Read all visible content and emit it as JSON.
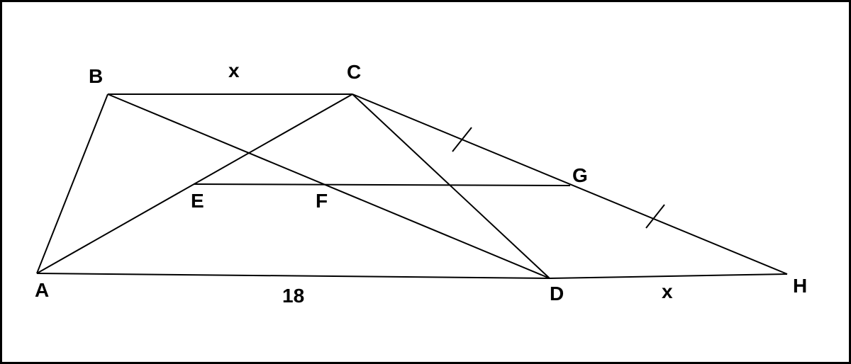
{
  "points": {
    "A": "A",
    "B": "B",
    "C": "C",
    "D": "D",
    "E": "E",
    "F": "F",
    "G": "G",
    "H": "H"
  },
  "lengths": {
    "BC": "x",
    "AD": "18",
    "DH": "x"
  },
  "colors": {
    "line": "#000000",
    "background": "#ffffff"
  }
}
